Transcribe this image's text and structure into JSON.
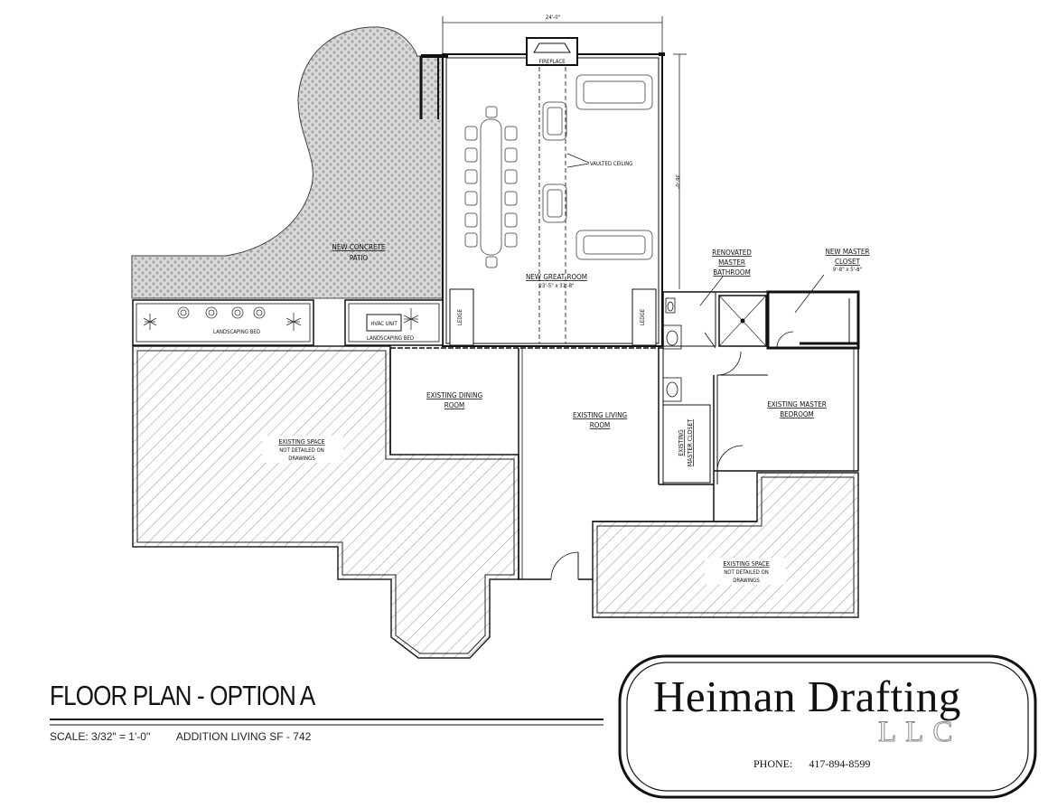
{
  "drawing": {
    "title": "FLOOR PLAN - OPTION A",
    "scale_text": "SCALE:  3/32\" = 1'-0\"",
    "area_text": "ADDITION LIVING SF - 742"
  },
  "dimensions": {
    "top_width": "24'-0\"",
    "right_height": "36'-0\""
  },
  "labels": {
    "fireplace": "FIREPLACE",
    "vaulted_ceiling": "VAULTED CEILING",
    "patio_l1": "NEW CONCRETE",
    "patio_l2": "PATIO",
    "great_room": "NEW GREAT ROOM",
    "great_room_size": "23'-5\" x 31'-8\"",
    "ledge": "LEDGE",
    "landscaping_bed": "LANDSCAPING BED",
    "hvac": "HVAC UNIT",
    "bath_l1": "RENOVATED",
    "bath_l2": "MASTER",
    "bath_l3": "BATHROOM",
    "closet_l1": "NEW MASTER",
    "closet_l2": "CLOSET",
    "closet_size": "9'-8\" x 5'-8\"",
    "dining_l1": "EXISTING DINING",
    "dining_l2": "ROOM",
    "living_l1": "EXISTING LIVING",
    "living_l2": "ROOM",
    "bedroom_l1": "EXISTING MASTER",
    "bedroom_l2": "BEDROOM",
    "ex_closet_l1": "EXISTING",
    "ex_closet_l2": "MASTER CLOSET",
    "existing_l1": "EXISTING SPACE",
    "existing_l2": "NOT DETAILED ON",
    "existing_l3": "DRAWINGS"
  },
  "logo": {
    "name": "Heiman Drafting",
    "suffix": "LLC",
    "phone_label": "PHONE:",
    "phone_number": "417-894-8599"
  }
}
